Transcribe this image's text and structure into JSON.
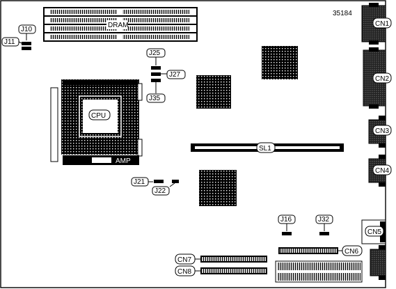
{
  "figure_id": "35184",
  "labels": {
    "dram": "DRAM",
    "cpu": "CPU",
    "amp": "AMP",
    "sl1": "SL1",
    "cn1": "CN1",
    "cn2": "CN2",
    "cn3": "CN3",
    "cn4": "CN4",
    "cn5": "CN5",
    "cn6": "CN6",
    "cn7": "CN7",
    "cn8": "CN8",
    "j10": "J10",
    "j11": "J11",
    "j16": "J16",
    "j21": "J21",
    "j22": "J22",
    "j25": "J25",
    "j27": "J27",
    "j32": "J32",
    "j35": "J35"
  },
  "colors": {
    "ink": "#000000",
    "paper": "#ffffff",
    "chip": "#111111",
    "socket": "#1a1a1a"
  }
}
